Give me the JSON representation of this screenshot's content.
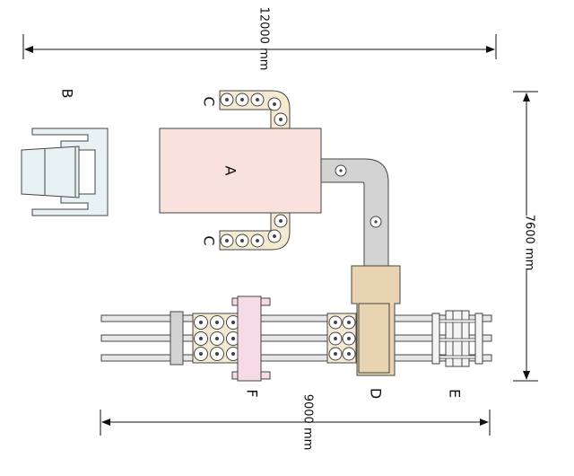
{
  "dimensions": {
    "top_width": "12000 mm",
    "right_height": "7600 mm",
    "bottom_width": "9000 mm"
  },
  "labels": {
    "A": "A",
    "B": "B",
    "C_top": "C",
    "C_bottom": "C",
    "D": "D",
    "E": "E",
    "F": "F"
  },
  "colors": {
    "A": "#f9e1dd",
    "B": "#e8f2f5",
    "F": "#f5dbe6",
    "D": "#e8d4b0",
    "duct": "#d3d3d3",
    "roller": "#f3ead0",
    "line": "#444444",
    "rail": "#e7e7e7"
  }
}
